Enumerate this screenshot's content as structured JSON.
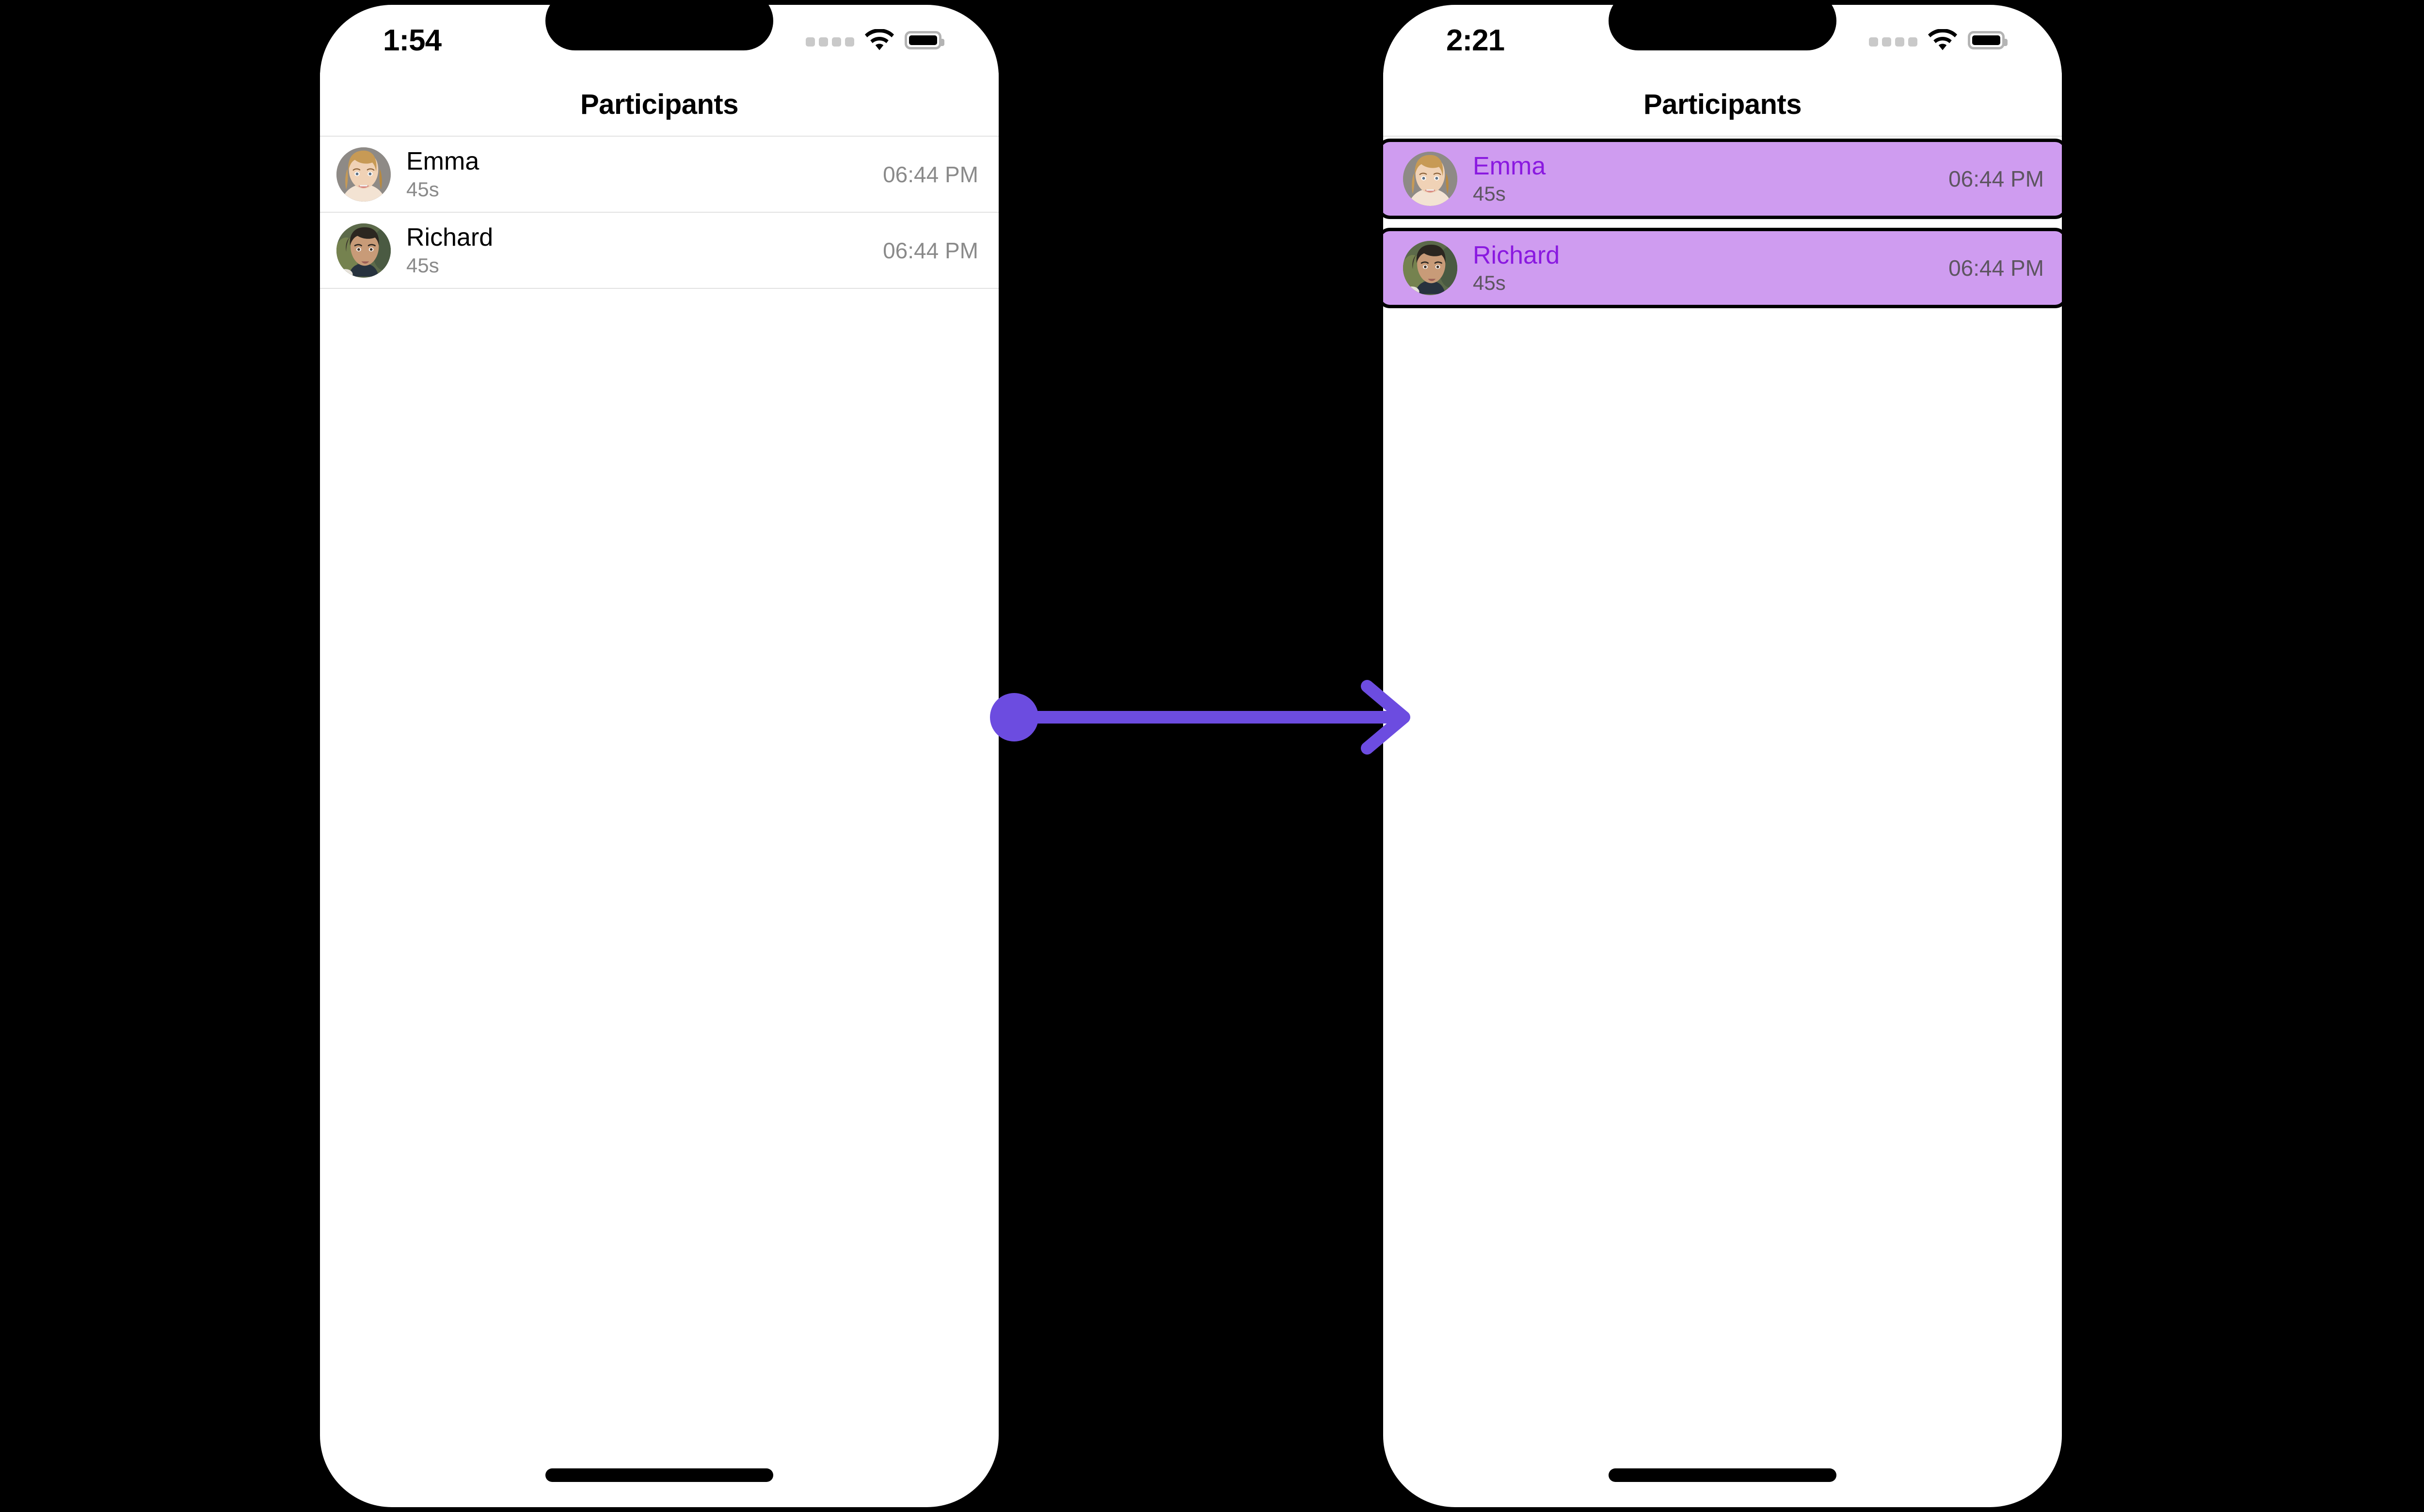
{
  "accent": {
    "arrow_color": "#6c4ce0",
    "highlight_fill": "#cf9cf0",
    "highlight_border": "#000000",
    "highlight_name_color": "#8a19e0",
    "separator_color": "#e2e2e2",
    "canvas_background": "#000000",
    "phone_background": "#ffffff"
  },
  "panels": [
    {
      "id": "before",
      "status_bar": {
        "clock": "1:54",
        "cellular_icon": "cellular-dots-icon",
        "wifi_icon": "wifi-icon",
        "battery_icon": "battery-full-icon",
        "dynamic_island": "dynamic-island"
      },
      "nav": {
        "title": "Participants"
      },
      "selected": false,
      "rows": [
        {
          "avatar": "avatar-emma",
          "name": "Emma",
          "subtitle": "45s",
          "time": "06:44 PM"
        },
        {
          "avatar": "avatar-richard",
          "name": "Richard",
          "subtitle": "45s",
          "time": "06:44 PM"
        }
      ],
      "home_indicator": "home-indicator"
    },
    {
      "id": "after",
      "status_bar": {
        "clock": "2:21",
        "cellular_icon": "cellular-dots-icon",
        "wifi_icon": "wifi-icon",
        "battery_icon": "battery-full-icon",
        "dynamic_island": "dynamic-island"
      },
      "nav": {
        "title": "Participants"
      },
      "selected": true,
      "rows": [
        {
          "avatar": "avatar-emma",
          "name": "Emma",
          "subtitle": "45s",
          "time": "06:44 PM"
        },
        {
          "avatar": "avatar-richard",
          "name": "Richard",
          "subtitle": "45s",
          "time": "06:44 PM"
        }
      ],
      "home_indicator": "home-indicator"
    }
  ],
  "connector": {
    "icon": "arrow-right-icon",
    "description": "transition-arrow"
  }
}
